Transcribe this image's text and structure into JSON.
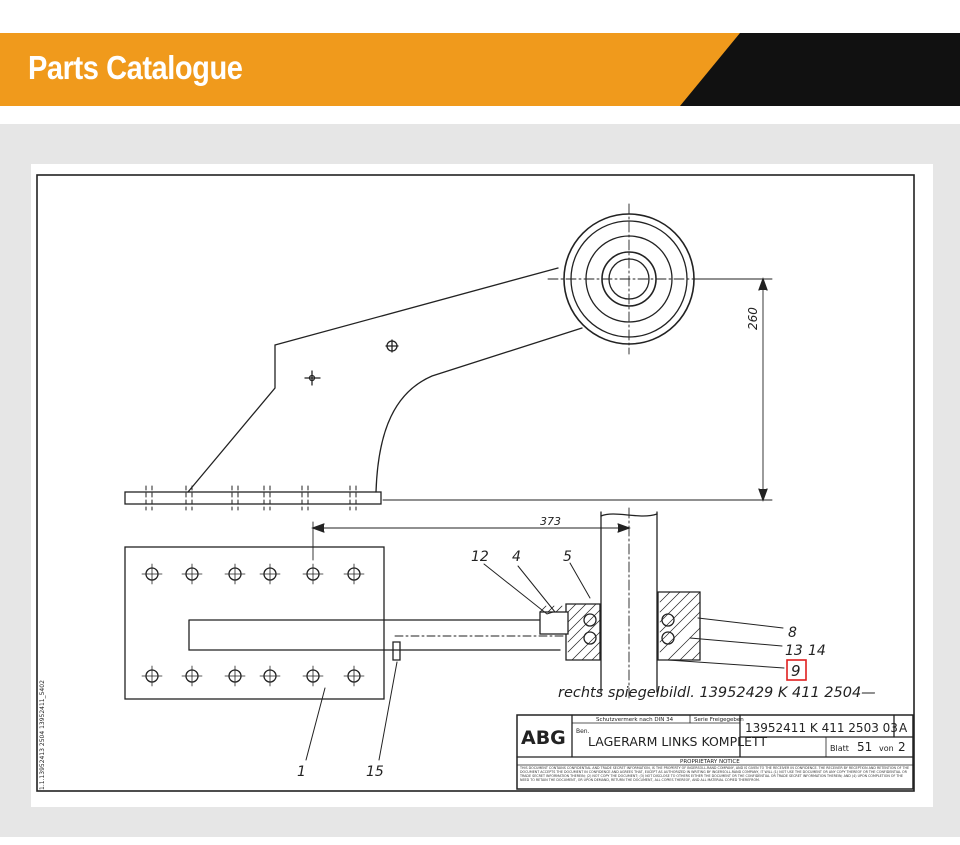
{
  "header": {
    "title": "Parts Catalogue",
    "accent_color": "#f09a1c",
    "dark_color": "#111111"
  },
  "drawing": {
    "dimensions": {
      "height": "260",
      "length": "373"
    },
    "callouts": [
      "12",
      "4",
      "5",
      "8",
      "13",
      "14",
      "9",
      "1",
      "15"
    ],
    "highlighted_callout": "9",
    "highlight_color": "#e02020",
    "mirror_note": "rechts spiegelbildl. 13952429 K 411 2504—",
    "side_code": "1.1.13952413 2504 13952411_5402",
    "title_block": {
      "brand": "ABG",
      "protection_label": "Schutzvermerk nach DIN 34",
      "release_label": "Serie Freigegeben",
      "designation_label": "Ben.",
      "part_number": "13952411  K 411  2503 03",
      "revision": "A",
      "description": "LAGERARM LINKS KOMPLETT",
      "sheet_label": "Blatt",
      "sheet_number": "51",
      "sheet_of_label": "von",
      "sheet_total": "2",
      "notice_heading": "PROPRIETARY NOTICE",
      "notice_text": "THIS DOCUMENT CONTAINS CONFIDENTIAL AND TRADE SECRET INFORMATION, IS THE PROPERTY OF INGERSOLL-RAND COMPANY, AND IS GIVEN TO THE RECEIVER IN CONFIDENCE. THE RECEIVER BY RECEPTION AND RETENTION OF THE DOCUMENT ACCEPTS THE DOCUMENT IN CONFIDENCE AND AGREES THAT, EXCEPT AS AUTHORIZED IN WRITING BY INGERSOLL-RAND COMPANY, IT WILL (1) NOT USE THE DOCUMENT OR ANY COPY THEREOF OR THE CONFIDENTIAL OR TRADE SECRET INFORMATION THEREIN; (2) NOT COPY THE DOCUMENT; (3) NOT DISCLOSE TO OTHERS EITHER THE DOCUMENT OR THE CONFIDENTIAL OR TRADE SECRET INFORMATION THEREIN; AND (4) UPON COMPLETION OF THE NEED TO RETAIN THE DOCUMENT, OR UPON DEMAND, RETURN THE DOCUMENT, ALL COPIES THEREOF, AND ALL MATERIAL COPIED THEREFROM."
    }
  }
}
